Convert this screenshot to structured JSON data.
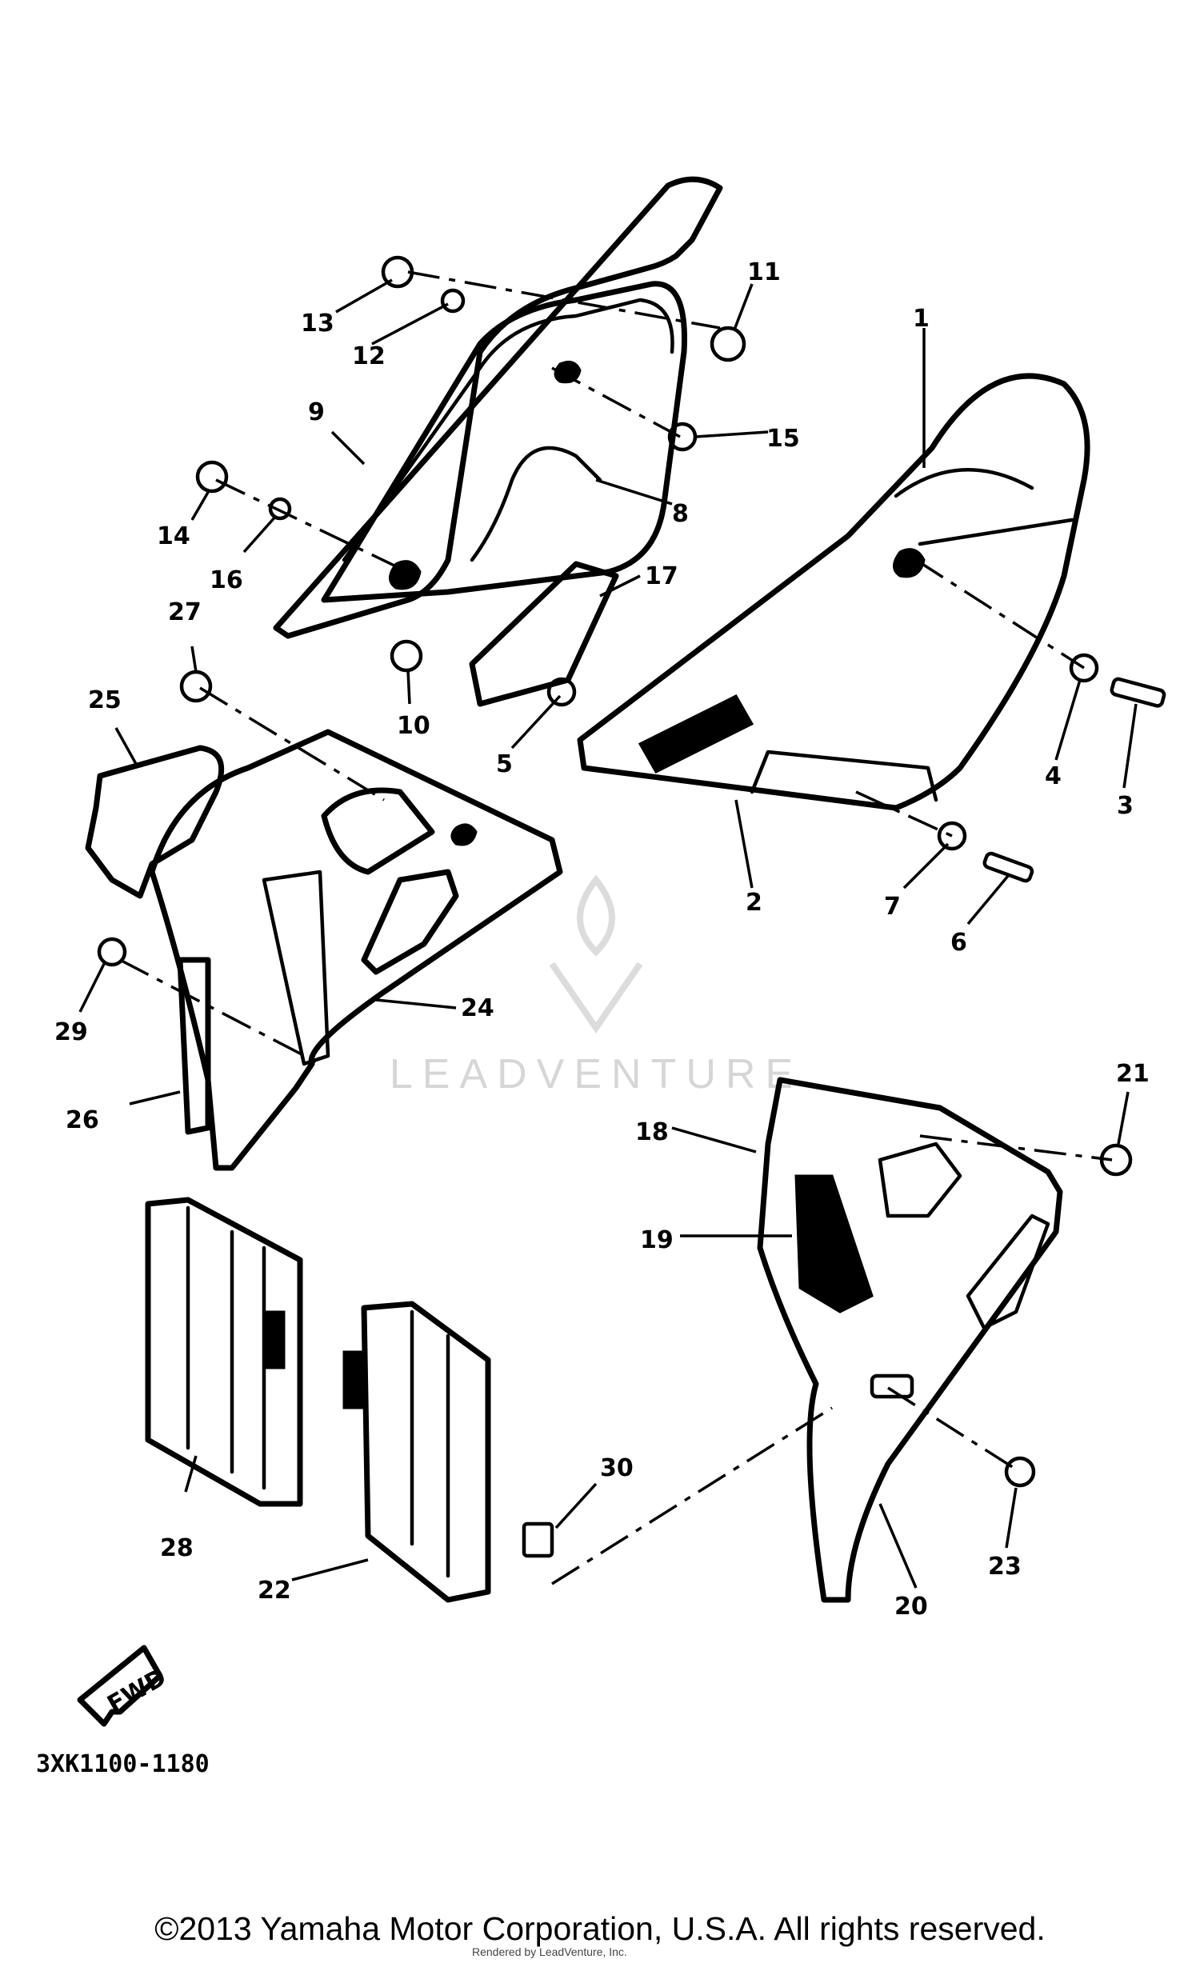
{
  "callouts": [
    "1",
    "2",
    "3",
    "4",
    "5",
    "6",
    "7",
    "8",
    "9",
    "10",
    "11",
    "12",
    "13",
    "14",
    "15",
    "16",
    "17",
    "18",
    "19",
    "20",
    "21",
    "22",
    "23",
    "24",
    "25",
    "26",
    "27",
    "28",
    "29",
    "30"
  ],
  "fwd_label": "FWD",
  "diagram_code": "3XK1100-1180",
  "watermark": "LEADVENTURE",
  "copyright": "©2013 Yamaha Motor Corporation, U.S.A. All rights reserved.",
  "courtesy": "Rendered by LeadVenture, Inc.",
  "colors": {
    "ink": "#000000",
    "paper": "#ffffff",
    "watermark": "#d6d6d6"
  }
}
